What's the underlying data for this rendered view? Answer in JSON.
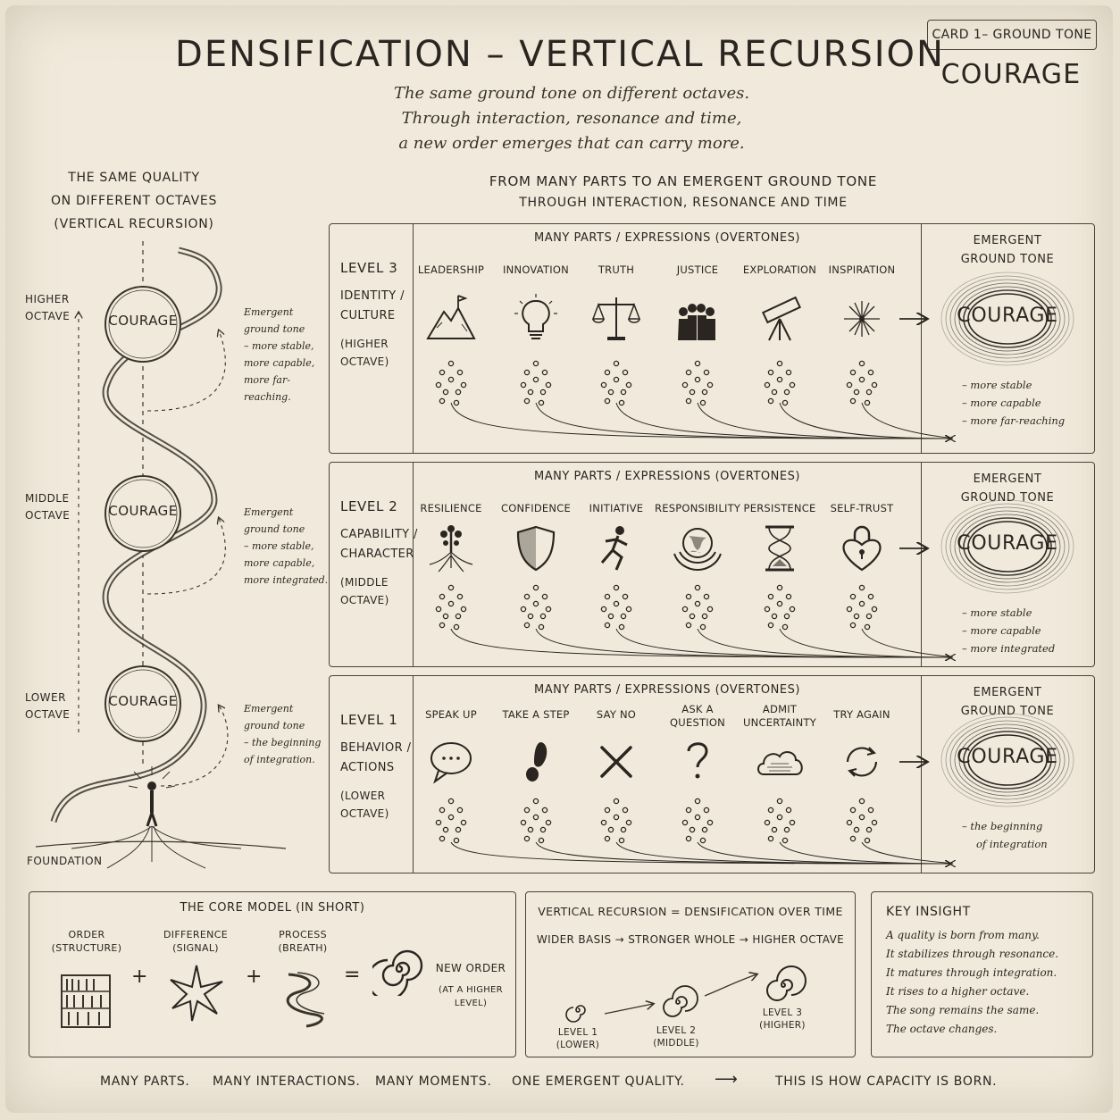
{
  "card_tag": "CARD 1– GROUND TONE",
  "title": "DENSIFICATION – VERTICAL RECURSION",
  "theme_word": "COURAGE",
  "subtitle": [
    "The same ground tone on different octaves.",
    "Through interaction, resonance and time,",
    "a new order emerges that can carry more."
  ],
  "left": {
    "heading": [
      "THE SAME QUALITY",
      "ON DIFFERENT OCTAVES",
      "(VERTICAL RECURSION)"
    ],
    "octaves": [
      {
        "label": [
          "HIGHER",
          "OCTAVE"
        ],
        "circle": "COURAGE",
        "note": [
          "Emergent",
          "ground tone",
          "– more stable,",
          "more capable,",
          "more far-reaching."
        ]
      },
      {
        "label": [
          "MIDDLE",
          "OCTAVE"
        ],
        "circle": "COURAGE",
        "note": [
          "Emergent",
          "ground tone",
          "– more stable,",
          "more capable,",
          "more integrated."
        ]
      },
      {
        "label": [
          "LOWER",
          "OCTAVE"
        ],
        "circle": "COURAGE",
        "note": [
          "Emergent",
          "ground tone",
          "– the beginning",
          "of integration."
        ]
      }
    ],
    "foundation": "FOUNDATION"
  },
  "center_heading": [
    "FROM MANY PARTS TO AN EMERGENT GROUND TONE",
    "THROUGH INTERACTION, RESONANCE AND TIME"
  ],
  "levels": [
    {
      "title": "LEVEL 3",
      "name": [
        "IDENTITY /",
        "CULTURE"
      ],
      "octave": [
        "(HIGHER",
        "OCTAVE)"
      ],
      "many": "MANY PARTS / EXPRESSIONS (OVERTONES)",
      "items": [
        "LEADERSHIP",
        "INNOVATION",
        "TRUTH",
        "JUSTICE",
        "EXPLORATION",
        "INSPIRATION"
      ],
      "emergent": [
        "EMERGENT",
        "GROUND TONE"
      ],
      "tone": "COURAGE",
      "bullets": [
        "– more stable",
        "– more capable",
        "– more far-reaching"
      ]
    },
    {
      "title": "LEVEL 2",
      "name": [
        "CAPABILITY /",
        "CHARACTER"
      ],
      "octave": [
        "(MIDDLE",
        "OCTAVE)"
      ],
      "many": "MANY PARTS / EXPRESSIONS (OVERTONES)",
      "items": [
        "RESILIENCE",
        "CONFIDENCE",
        "INITIATIVE",
        "RESPONSIBILITY",
        "PERSISTENCE",
        "SELF-TRUST"
      ],
      "emergent": [
        "EMERGENT",
        "GROUND TONE"
      ],
      "tone": "COURAGE",
      "bullets": [
        "– more stable",
        "– more capable",
        "– more integrated"
      ]
    },
    {
      "title": "LEVEL 1",
      "name": [
        "BEHAVIOR /",
        "ACTIONS"
      ],
      "octave": [
        "(LOWER",
        "OCTAVE)"
      ],
      "many": "MANY PARTS / EXPRESSIONS (OVERTONES)",
      "items": [
        "SPEAK UP",
        "TAKE A STEP",
        "SAY NO",
        "ASK A\nQUESTION",
        "ADMIT\nUNCERTAINTY",
        "TRY AGAIN"
      ],
      "emergent": [
        "EMERGENT",
        "GROUND TONE"
      ],
      "tone": "COURAGE",
      "bullets": [
        "– the beginning",
        "of integration"
      ]
    }
  ],
  "core_model": {
    "title": "THE CORE MODEL (IN SHORT)",
    "parts": [
      {
        "label": "ORDER",
        "sub": "(STRUCTURE)"
      },
      {
        "label": "DIFFERENCE",
        "sub": "(SIGNAL)"
      },
      {
        "label": "PROCESS",
        "sub": "(BREATH)"
      }
    ],
    "plus": "+",
    "equals": "=",
    "result": "NEW ORDER",
    "result_sub": "(AT A HIGHER LEVEL)"
  },
  "recursion": {
    "title": "VERTICAL RECURSION = DENSIFICATION OVER TIME",
    "chain": "WIDER BASIS → STRONGER WHOLE → HIGHER OCTAVE",
    "levels": [
      {
        "label": "LEVEL 1",
        "sub": "(LOWER)"
      },
      {
        "label": "LEVEL 2",
        "sub": "(MIDDLE)"
      },
      {
        "label": "LEVEL 3",
        "sub": "(HIGHER)"
      }
    ]
  },
  "insight": {
    "title": "KEY INSIGHT",
    "lines": [
      "A quality is born from many.",
      "It stabilizes through resonance.",
      "It matures through integration.",
      "It rises to a higher octave.",
      "The song remains the same.",
      "The octave changes."
    ]
  },
  "footer": [
    "MANY PARTS.",
    "MANY INTERACTIONS.",
    "MANY MOMENTS.",
    "ONE EMERGENT QUALITY.",
    "⟶",
    "THIS IS HOW CAPACITY IS BORN."
  ]
}
